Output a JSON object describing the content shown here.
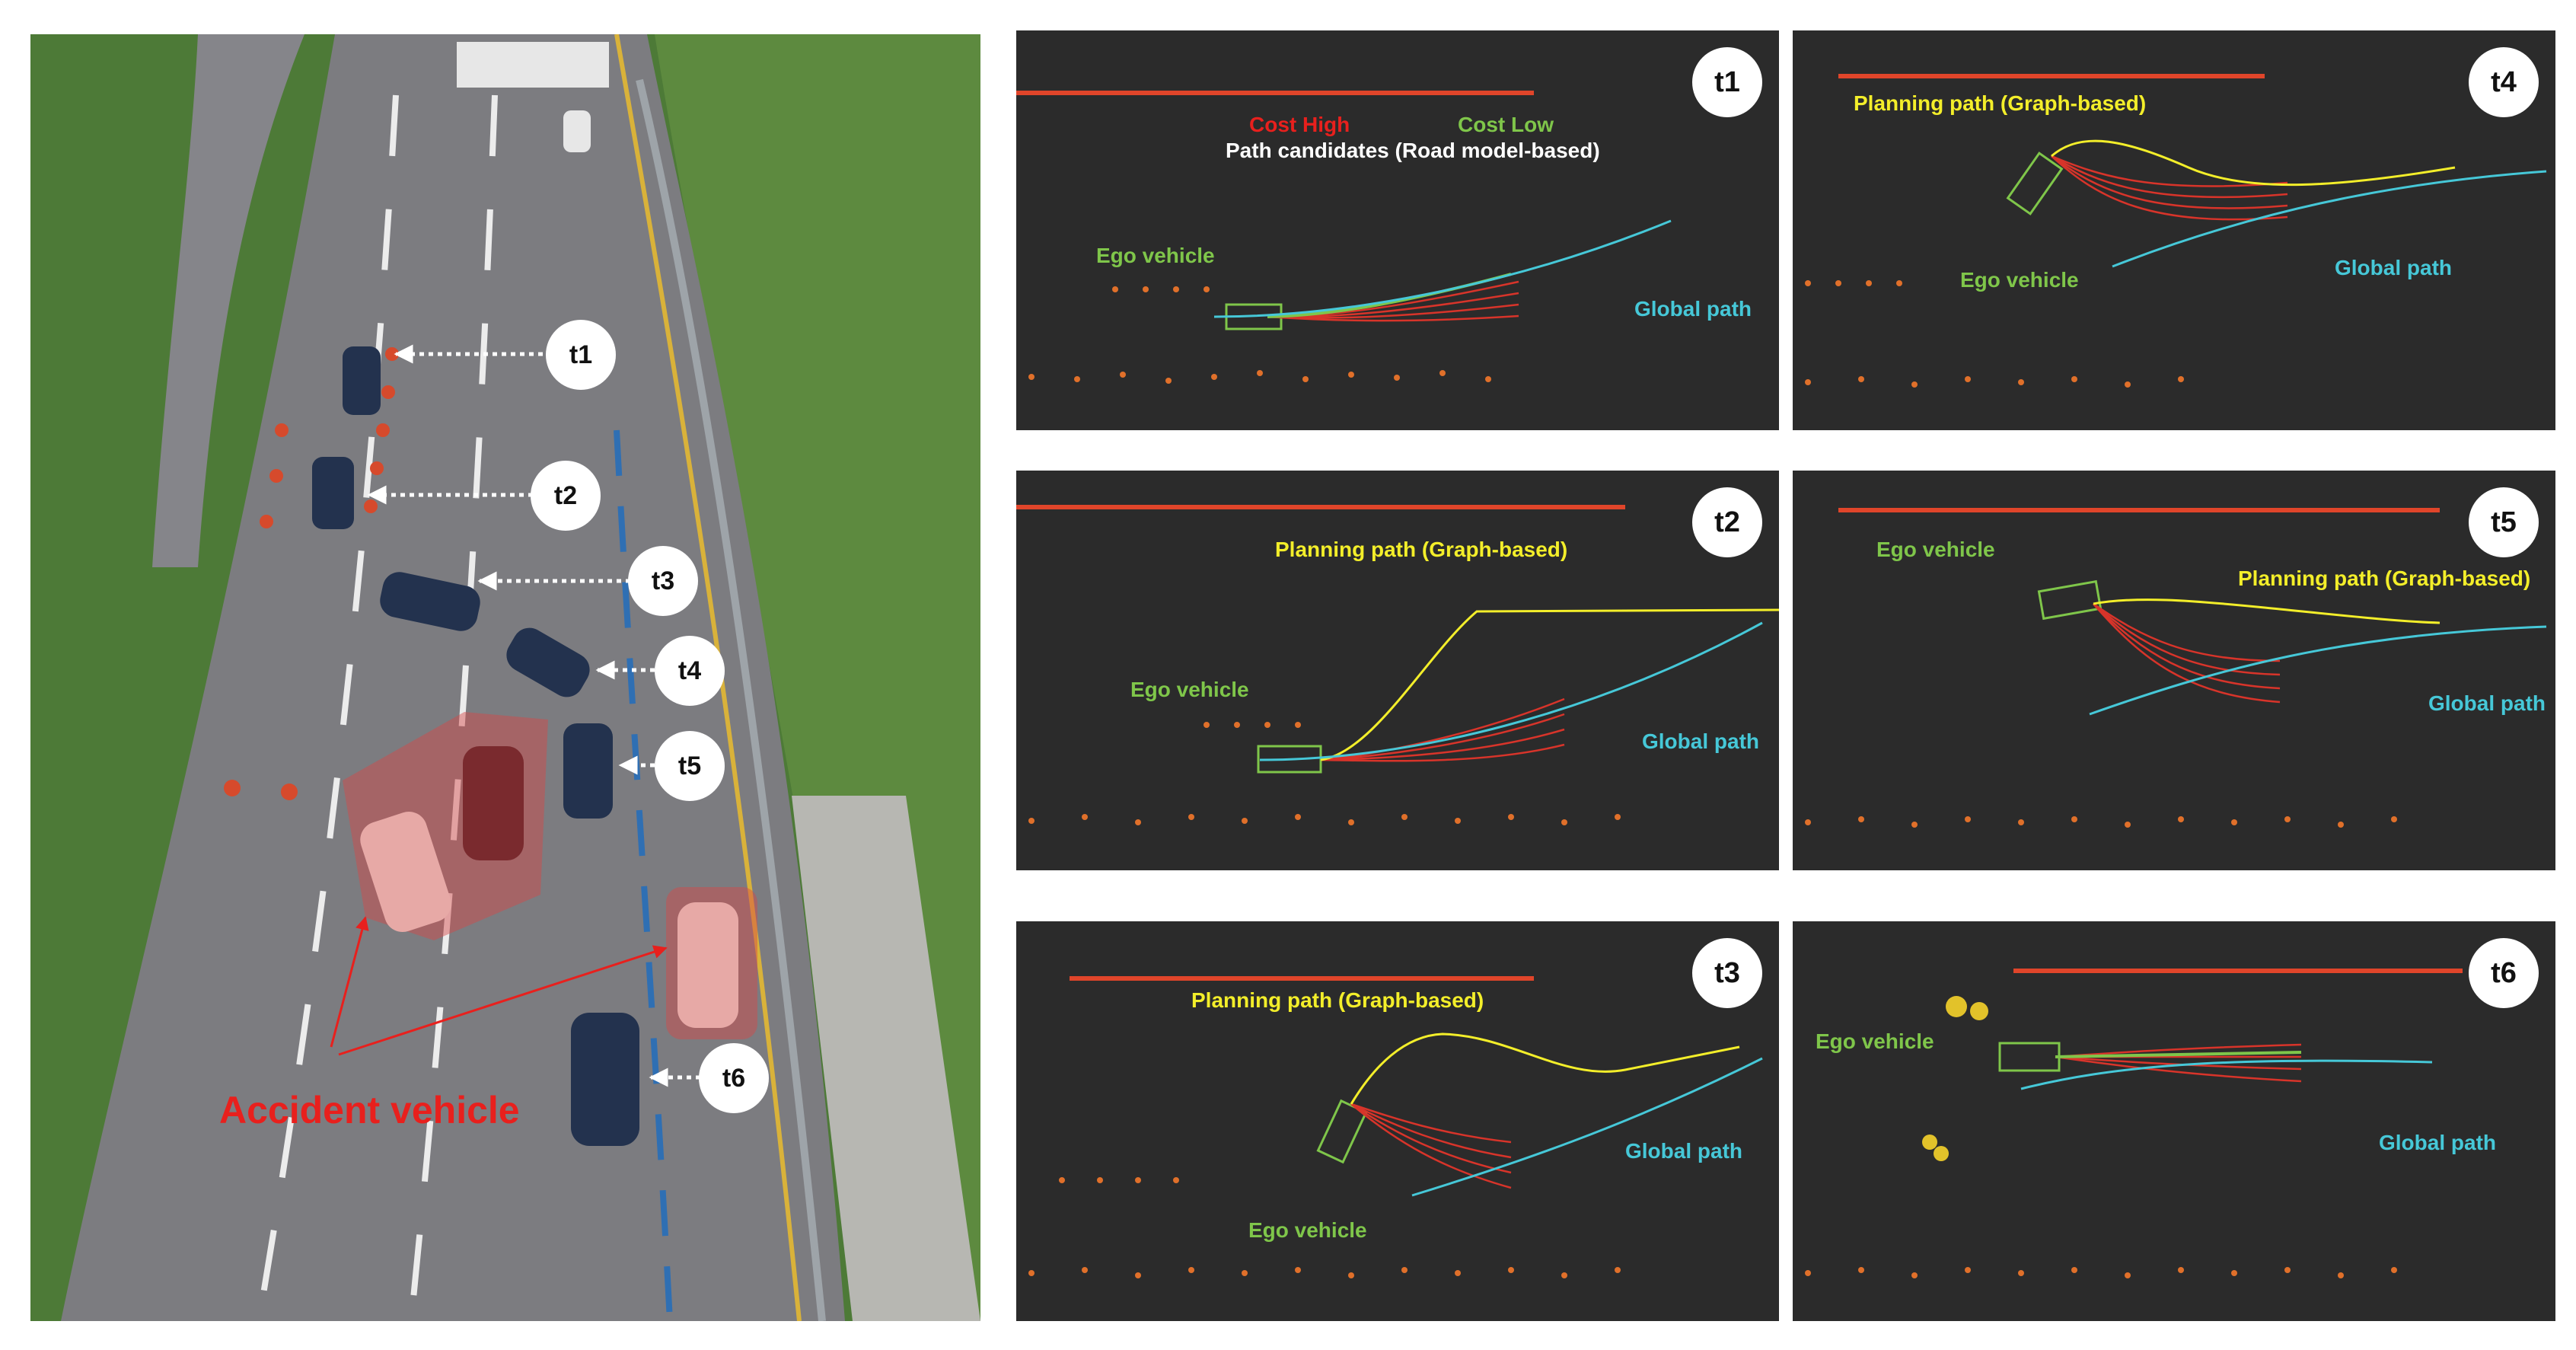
{
  "aerial": {
    "time_tags": [
      "t1",
      "t2",
      "t3",
      "t4",
      "t5",
      "t6"
    ],
    "accident_label": "Accident vehicle"
  },
  "panels": {
    "t1": {
      "label": "t1",
      "ego": "Ego vehicle",
      "global": "Global path",
      "candidates": "Path candidates (Road model-based)",
      "cost_high": "Cost High",
      "cost_low": "Cost Low"
    },
    "t2": {
      "label": "t2",
      "ego": "Ego vehicle",
      "global": "Global path",
      "planning": "Planning path (Graph-based)"
    },
    "t3": {
      "label": "t3",
      "ego": "Ego vehicle",
      "global": "Global path",
      "planning": "Planning path (Graph-based)"
    },
    "t4": {
      "label": "t4",
      "ego": "Ego vehicle",
      "global": "Global path",
      "planning": "Planning path (Graph-based)"
    },
    "t5": {
      "label": "t5",
      "ego": "Ego vehicle",
      "global": "Global path",
      "planning": "Planning path (Graph-based)"
    },
    "t6": {
      "label": "t6",
      "ego": "Ego vehicle",
      "global": "Global path"
    }
  },
  "colors": {
    "panel_bg": "#2b2b2b",
    "ego": "#7fc64a",
    "global_path": "#46c8d8",
    "planning_path": "#f3ee2a",
    "candidate_path": "#d8342a",
    "accident": "#e8201d"
  }
}
